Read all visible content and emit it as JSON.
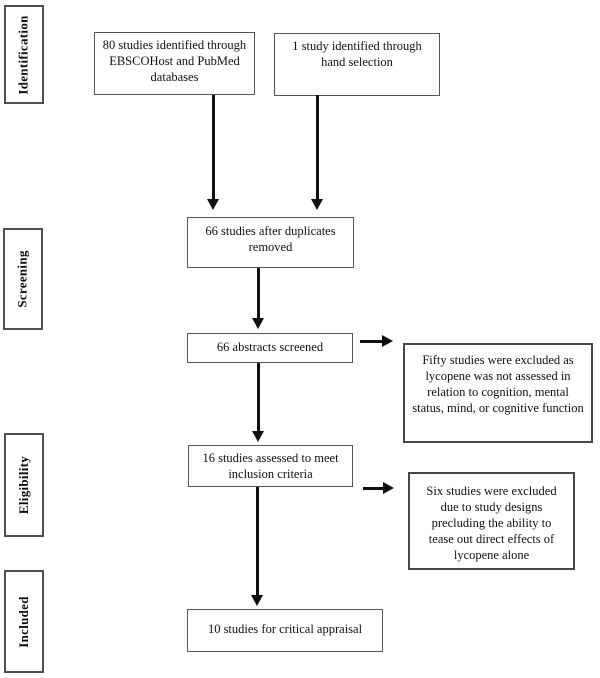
{
  "figure": {
    "type": "prisma-flow-diagram",
    "stages": [
      {
        "label": "Identification"
      },
      {
        "label": "Screening"
      },
      {
        "label": "Eligibility"
      },
      {
        "label": "Included"
      }
    ],
    "boxes": {
      "db_search": {
        "lines": [
          "80 studies identified through",
          "EBSCOHost and PubMed",
          "databases"
        ]
      },
      "hand_selection": {
        "lines": [
          "1 study identified through",
          "hand selection"
        ]
      },
      "after_duplicates": {
        "lines": [
          "66 studies after duplicates",
          "removed"
        ]
      },
      "abstracts_screened": {
        "lines": [
          "66 abstracts screened"
        ]
      },
      "assessed_inclusion": {
        "lines": [
          "16 studies assessed to meet",
          "inclusion criteria"
        ]
      },
      "critical_appraisal": {
        "lines": [
          "10 studies for critical appraisal"
        ]
      },
      "excluded_fifty": {
        "lines": [
          "Fifty studies were excluded as",
          "lycopene was not assessed in",
          "relation to cognition, mental",
          "status, mind, or cognitive function"
        ]
      },
      "excluded_six": {
        "lines": [
          "Six studies were excluded",
          "due to study designs",
          "precluding the ability to",
          "tease out direct effects of",
          "lycopene alone"
        ]
      }
    },
    "colors": {
      "background": "#ffffff",
      "border": "#4e4e4e",
      "arrow": "#0f0f0f",
      "text": "#101010"
    }
  }
}
